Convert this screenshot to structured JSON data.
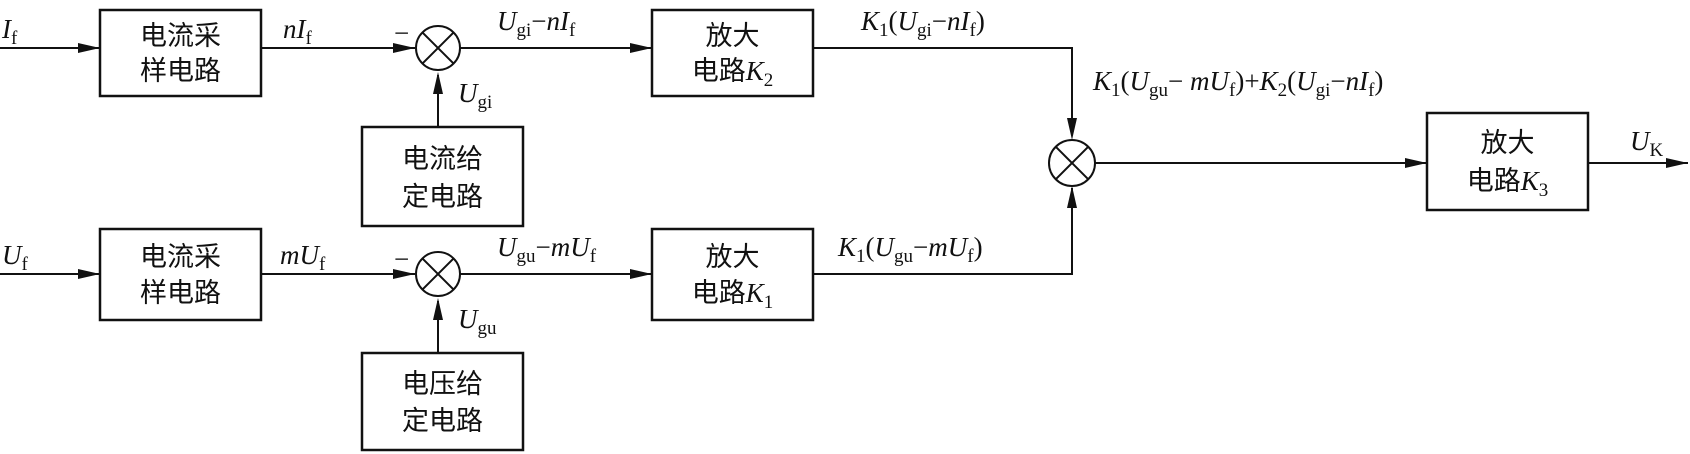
{
  "blocks": {
    "current_sample_top": {
      "line1": "电流采",
      "line2": "样电路"
    },
    "current_sample_bottom": {
      "line1": "电流采",
      "line2": "样电路"
    },
    "current_ref": {
      "line1": "电流给",
      "line2": "定电路"
    },
    "voltage_ref": {
      "line1": "电压给",
      "line2": "定电路"
    },
    "amp_k2": {
      "line1": "放大",
      "line2_text": "电路",
      "line2_var": "K",
      "line2_sub": "2"
    },
    "amp_k1": {
      "line1": "放大",
      "line2_text": "电路",
      "line2_var": "K",
      "line2_sub": "1"
    },
    "amp_k3": {
      "line1": "放大",
      "line2_text": "电路",
      "line2_var": "K",
      "line2_sub": "3"
    }
  },
  "signals": {
    "input_top": {
      "var": "I",
      "sub": "f"
    },
    "input_bottom": {
      "var": "U",
      "sub": "f"
    },
    "sampled_top": {
      "coef": "n",
      "var": "I",
      "sub": "f"
    },
    "sampled_bottom": {
      "coef": "m",
      "var": "U",
      "sub": "f"
    },
    "minus_sign": "−",
    "ref_current": {
      "var": "U",
      "sub": "gi"
    },
    "ref_voltage": {
      "var": "U",
      "sub": "gu"
    },
    "error_top": {
      "a": "U",
      "a_sub": "gi",
      "op": "−",
      "coef": "n",
      "b": "I",
      "b_sub": "f"
    },
    "error_bottom": {
      "a": "U",
      "a_sub": "gu",
      "op": "−",
      "coef": "m",
      "b": "U",
      "b_sub": "f"
    },
    "amp_out_top": {
      "k": "K",
      "k_sub": "1",
      "open": "(",
      "a": "U",
      "a_sub": "gi",
      "op": "−",
      "coef": "n",
      "b": "I",
      "b_sub": "f",
      "close": ")"
    },
    "amp_out_bottom": {
      "k": "K",
      "k_sub": "1",
      "open": "(",
      "a": "U",
      "a_sub": "gu",
      "op": "−",
      "coef": "m",
      "b": "U",
      "b_sub": "f",
      "close": ")"
    },
    "sum_expr": {
      "k1": "K",
      "k1_sub": "1",
      "open1": "(",
      "a1": "U",
      "a1_sub": "gu",
      "op1": "− ",
      "coef1": "m",
      "b1": "U",
      "b1_sub": "f",
      "close1": ")",
      "plus": "+",
      "k2": "K",
      "k2_sub": "2",
      "open2": "(",
      "a2": "U",
      "a2_sub": "gi",
      "op2": "−",
      "coef2": "n",
      "b2": "I",
      "b2_sub": "f",
      "close2": ")"
    },
    "output": {
      "var": "U",
      "sub": "K"
    }
  }
}
